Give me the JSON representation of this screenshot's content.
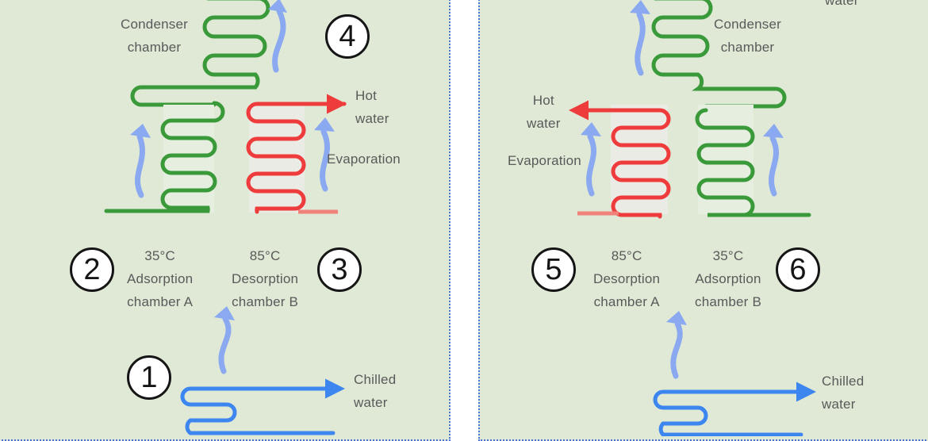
{
  "colors": {
    "background": "#dfe9d6",
    "panel_border": "#4a74d9",
    "condenser_coil": "#3a9a3a",
    "hot_coil": "#ee3b3b",
    "chilled_coil": "#3d86f0",
    "vapor_arrow": "#8aa9f0",
    "badge_border": "#151515"
  },
  "left_panel": {
    "condenser": {
      "line1": "Condenser",
      "line2": "chamber"
    },
    "hot_water": {
      "line1": "Hot",
      "line2": "water"
    },
    "evaporation": "Evaporation",
    "chamber_a": {
      "temp": "35°C",
      "line1": "Adsorption",
      "line2": "chamber A"
    },
    "chamber_b": {
      "temp": "85°C",
      "line1": "Desorption",
      "line2": "chamber B"
    },
    "chilled_water": {
      "line1": "Chilled",
      "line2": "water"
    },
    "badges": {
      "b1": "1",
      "b2": "2",
      "b3": "3",
      "b4": "4"
    }
  },
  "right_panel": {
    "condenser": {
      "line1": "Condenser",
      "line2": "chamber"
    },
    "top_partial": "water",
    "hot_water": {
      "line1": "Hot",
      "line2": "water"
    },
    "evaporation": "Evaporation",
    "chamber_a": {
      "temp": "85°C",
      "line1": "Desorption",
      "line2": "chamber A"
    },
    "chamber_b": {
      "temp": "35°C",
      "line1": "Adsorption",
      "line2": "chamber B"
    },
    "chilled_water": {
      "line1": "Chilled",
      "line2": "water"
    },
    "badges": {
      "b5": "5",
      "b6": "6"
    }
  }
}
